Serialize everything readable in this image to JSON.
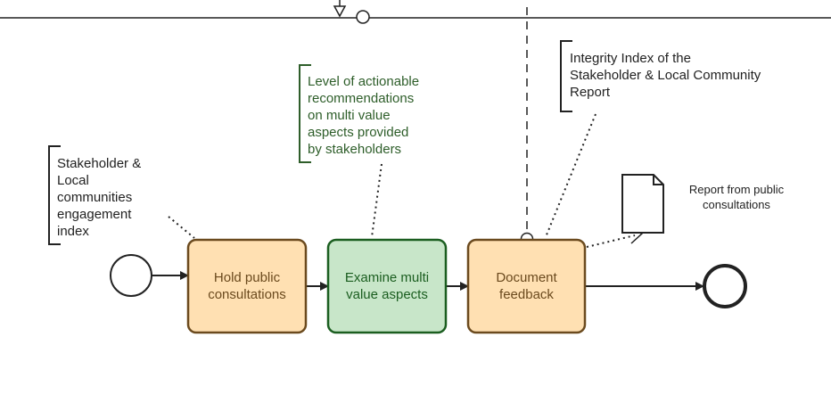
{
  "colors": {
    "line": "#222222",
    "task_orange_fill": "#ffe0b2",
    "task_orange_stroke": "#6b4a1e",
    "task_green_fill": "#c8e6c9",
    "task_green_stroke": "#1b5e20",
    "annotation_text": "#222222",
    "annotation_green_text": "#2e5e2a"
  },
  "tasks": [
    {
      "id": "hold",
      "label": "Hold public\nconsultations",
      "color": "orange"
    },
    {
      "id": "examine",
      "label": "Examine multi\nvalue aspects",
      "color": "green"
    },
    {
      "id": "document",
      "label": "Document\nfeedback",
      "color": "orange"
    }
  ],
  "annotations": {
    "engagement_index": "Stakeholder &\nLocal\ncommunities\nengagement\nindex",
    "actionable_recommendations": "Level of actionable\nrecommendations\non multi value\naspects provided\nby stakeholders",
    "integrity_index": "Integrity Index of the\nStakeholder & Local Community\nReport"
  },
  "data_object": {
    "label": "Report from public\nconsultations",
    "icon": "document-icon"
  },
  "events": {
    "start": "start-event",
    "end": "end-event",
    "top_boundary": "intermediate-event"
  }
}
